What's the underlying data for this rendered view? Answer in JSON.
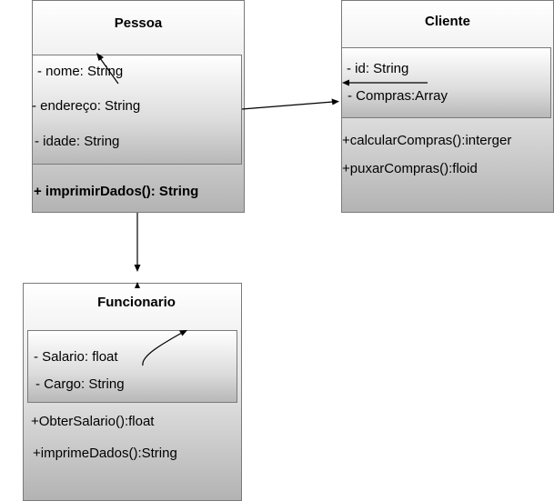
{
  "pessoa": {
    "title": "Pessoa",
    "attributes": [
      "- nome: String",
      "- endereço: String",
      "- idade: String"
    ],
    "methods": [
      "+ imprimirDados(): String"
    ]
  },
  "cliente": {
    "title": "Cliente",
    "attributes": [
      "- id: String",
      "- Compras:Array"
    ],
    "methods": [
      "+calcularCompras():interger",
      "+puxarCompras():floid"
    ]
  },
  "funcionario": {
    "title": "Funcionario",
    "attributes": [
      "- Salario: float",
      "- Cargo: String"
    ],
    "methods": [
      "+ObterSalario():float",
      "+imprimeDados():String"
    ]
  },
  "colors": {
    "border": "#7a7a7a",
    "gradient_top": "#ffffff",
    "gradient_bottom": "#b3b3b3",
    "arrow": "#000000"
  }
}
